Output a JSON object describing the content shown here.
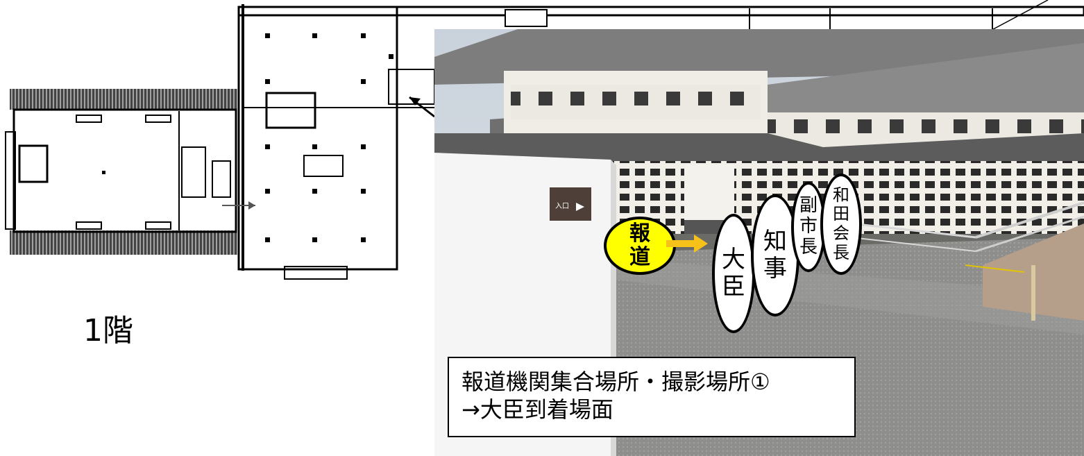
{
  "floor_label": "1階",
  "photo": {
    "sign_text": "入口"
  },
  "markers": {
    "press": [
      "報",
      "道"
    ],
    "minister": [
      "大",
      "臣"
    ],
    "governor": [
      "知",
      "事"
    ],
    "vice_mayor": [
      "副",
      "市",
      "長"
    ],
    "chairman": [
      "和",
      "田",
      "会",
      "長"
    ]
  },
  "caption": {
    "line1": "報道機関集合場所・撮影場所①",
    "line2": "→大臣到着場面"
  },
  "colors": {
    "press_marker": "#ffff00",
    "arrow": "#f6c21a"
  }
}
